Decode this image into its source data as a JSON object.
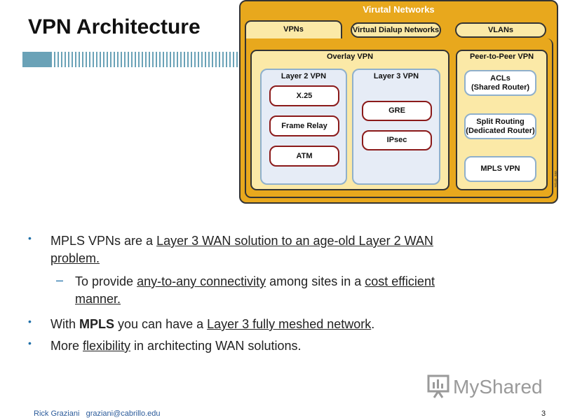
{
  "slide": {
    "title": "VPN Architecture",
    "page_number": "3",
    "footer_author": "Rick Graziani",
    "footer_email": "graziani@cabrillo.edu",
    "watermark": "MyShared"
  },
  "diagram": {
    "title": "Virutal Networks",
    "tabs": [
      "VPNs",
      "Virtual Dialup Networks",
      "VLANs"
    ],
    "overlay": {
      "title": "Overlay VPN",
      "layer2": {
        "title": "Layer 2 VPN",
        "items": [
          "X.25",
          "Frame Relay",
          "ATM"
        ]
      },
      "layer3": {
        "title": "Layer 3 VPN",
        "items": [
          "GRE",
          "IPsec"
        ]
      }
    },
    "p2p": {
      "title": "Peer-to-Peer VPN",
      "items": [
        "ACLs\n(Shared Router)",
        "Split Routing\n(Dedicated Router)",
        "MPLS VPN"
      ]
    },
    "figure_code": "3SVP_288"
  },
  "bullets": {
    "b1": {
      "pre": "MPLS VPNs are a ",
      "u1": "Layer 3 WAN solution to an age-old Layer 2 WAN",
      "u2": "problem."
    },
    "sub1": {
      "pre": "To provide ",
      "u1": "any-to-any connectivity",
      "mid": " among sites in a ",
      "u2": "cost efficient",
      "u3": "manner."
    },
    "b2": {
      "pre": "With ",
      "bold": "MPLS",
      "mid": " you can have a ",
      "u1": "Layer 3 fully meshed network",
      "post": "."
    },
    "b3": {
      "pre": "More ",
      "u1": "flexibility",
      "post": " in architecting WAN solutions."
    }
  },
  "colors": {
    "diagram_bg": "#e8a81d",
    "panel_bg": "#fbe9a7",
    "sub_bg": "#e6ecf6",
    "item_border": "#8b1a1a",
    "bullet_marker": "#1f6fa8"
  }
}
